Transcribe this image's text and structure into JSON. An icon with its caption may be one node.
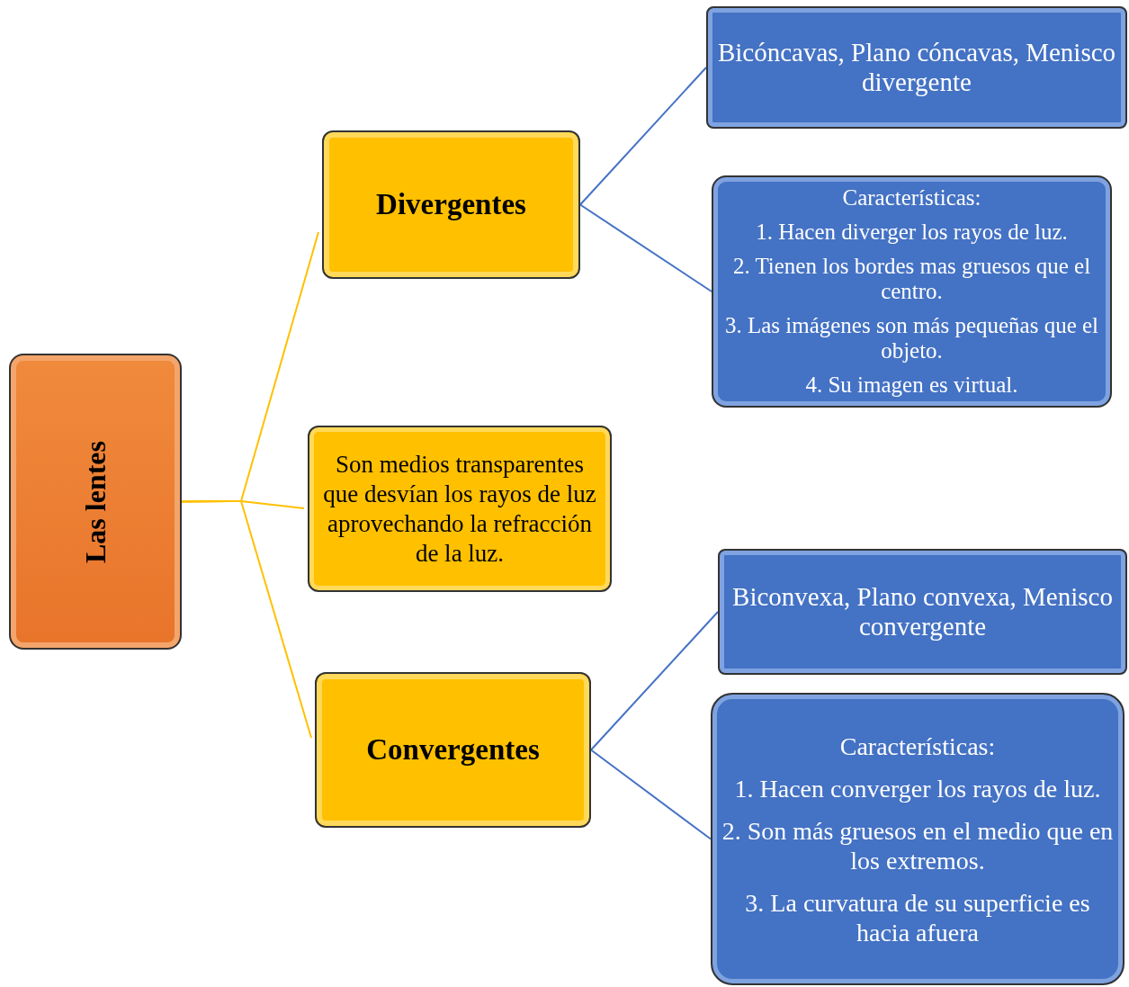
{
  "diagram": {
    "nodes": [
      {
        "text": [
          "Las lentes"
        ]
      },
      {
        "text": [
          "Divergentes"
        ]
      },
      {
        "text": [
          "Son medios transparentes que desvían los rayos de luz aprovechando la refracción de la luz."
        ]
      },
      {
        "text": [
          "Convergentes"
        ]
      },
      {
        "text": [
          "Bicóncavas, Plano cóncavas, Menisco divergente"
        ]
      },
      {
        "text": [
          "Características:",
          "1. Hacen diverger los rayos de luz.",
          "2. Tienen los bordes mas gruesos que el centro.",
          "3. Las imágenes son más pequeñas que el objeto.",
          "4. Su imagen es virtual."
        ]
      },
      {
        "text": [
          "Biconvexa, Plano convexa, Menisco convergente"
        ]
      },
      {
        "text": [
          "Características:",
          "1. Hacen converger los rayos de luz.",
          "2. Son más gruesos en el medio que en los extremos.",
          "3. La curvatura de su superficie es hacia afuera"
        ]
      }
    ],
    "edges": [
      {
        "from": 0,
        "to": 1,
        "arrow": "none",
        "color": "#ffc000"
      },
      {
        "from": 0,
        "to": 2,
        "arrow": "none",
        "color": "#ffc000"
      },
      {
        "from": 0,
        "to": 3,
        "arrow": "none",
        "color": "#ffc000"
      },
      {
        "from": 1,
        "to": 4,
        "arrow": "none"
      },
      {
        "from": 1,
        "to": 5,
        "arrow": "none"
      },
      {
        "from": 3,
        "to": 6,
        "arrow": "none"
      },
      {
        "from": 3,
        "to": 7,
        "arrow": "none"
      }
    ]
  }
}
